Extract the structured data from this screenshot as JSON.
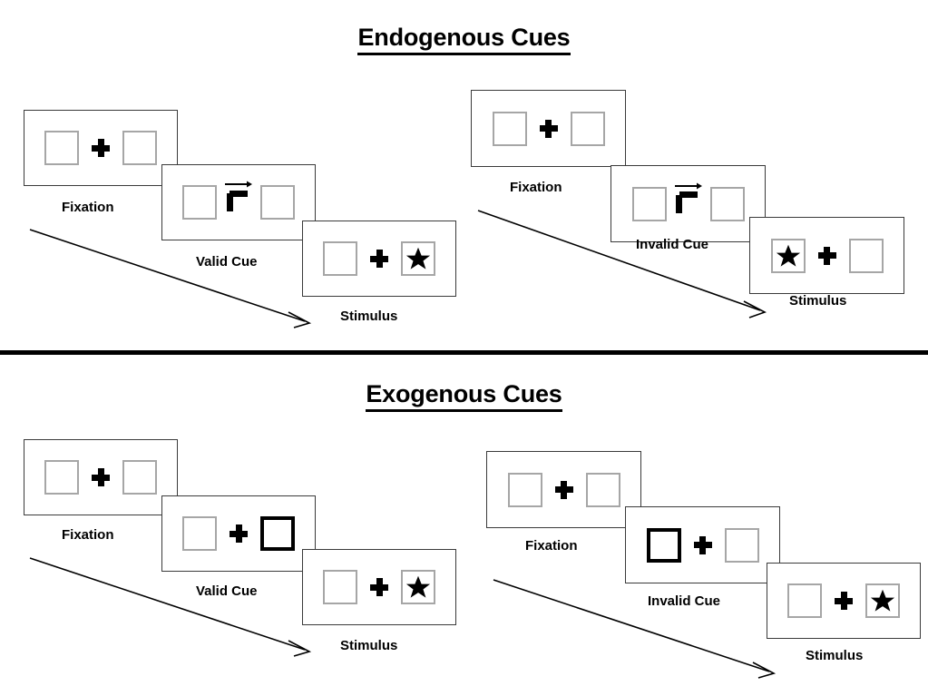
{
  "figure": {
    "title_endogenous": "Endogenous Cues",
    "title_exogenous": "Exogenous Cues",
    "stroke_color": "#3a3a3a",
    "placeholder_border_color": "#a6a6a6",
    "highlight_border_color": "#000000",
    "background_color": "#ffffff"
  },
  "sections": [
    {
      "id": "endogenous",
      "title": "Endogenous Cues",
      "conditions": [
        {
          "id": "endogenous-valid",
          "panels": [
            {
              "caption": "Fixation",
              "left_box": "empty",
              "center": "cross",
              "right_box": "empty"
            },
            {
              "caption": "Valid Cue",
              "left_box": "empty",
              "center": "cross-arrow-right",
              "right_box": "empty"
            },
            {
              "caption": "Stimulus",
              "left_box": "empty",
              "center": "cross",
              "right_box": "star"
            }
          ]
        },
        {
          "id": "endogenous-invalid",
          "panels": [
            {
              "caption": "Fixation",
              "left_box": "empty",
              "center": "cross",
              "right_box": "empty"
            },
            {
              "caption": "Invalid Cue",
              "left_box": "empty",
              "center": "cross-arrow-right",
              "right_box": "empty"
            },
            {
              "caption": "Stimulus",
              "left_box": "star",
              "center": "cross",
              "right_box": "empty"
            }
          ]
        }
      ]
    },
    {
      "id": "exogenous",
      "title": "Exogenous Cues",
      "conditions": [
        {
          "id": "exogenous-valid",
          "panels": [
            {
              "caption": "Fixation",
              "left_box": "empty",
              "center": "cross",
              "right_box": "empty"
            },
            {
              "caption": "Valid Cue",
              "left_box": "empty",
              "center": "cross",
              "right_box": "highlight"
            },
            {
              "caption": "Stimulus",
              "left_box": "empty",
              "center": "cross",
              "right_box": "star"
            }
          ]
        },
        {
          "id": "exogenous-invalid",
          "panels": [
            {
              "caption": "Fixation",
              "left_box": "empty",
              "center": "cross",
              "right_box": "empty"
            },
            {
              "caption": "Invalid Cue",
              "left_box": "highlight",
              "center": "cross",
              "right_box": "empty"
            },
            {
              "caption": "Stimulus",
              "left_box": "empty",
              "center": "cross",
              "right_box": "star"
            }
          ]
        }
      ]
    }
  ],
  "icons": {
    "fixation_cross": "plus-cross-icon",
    "cue_arrow": "arrow-right-icon",
    "target": "star-icon",
    "sequence_arrow": "time-flow-arrow-icon"
  }
}
